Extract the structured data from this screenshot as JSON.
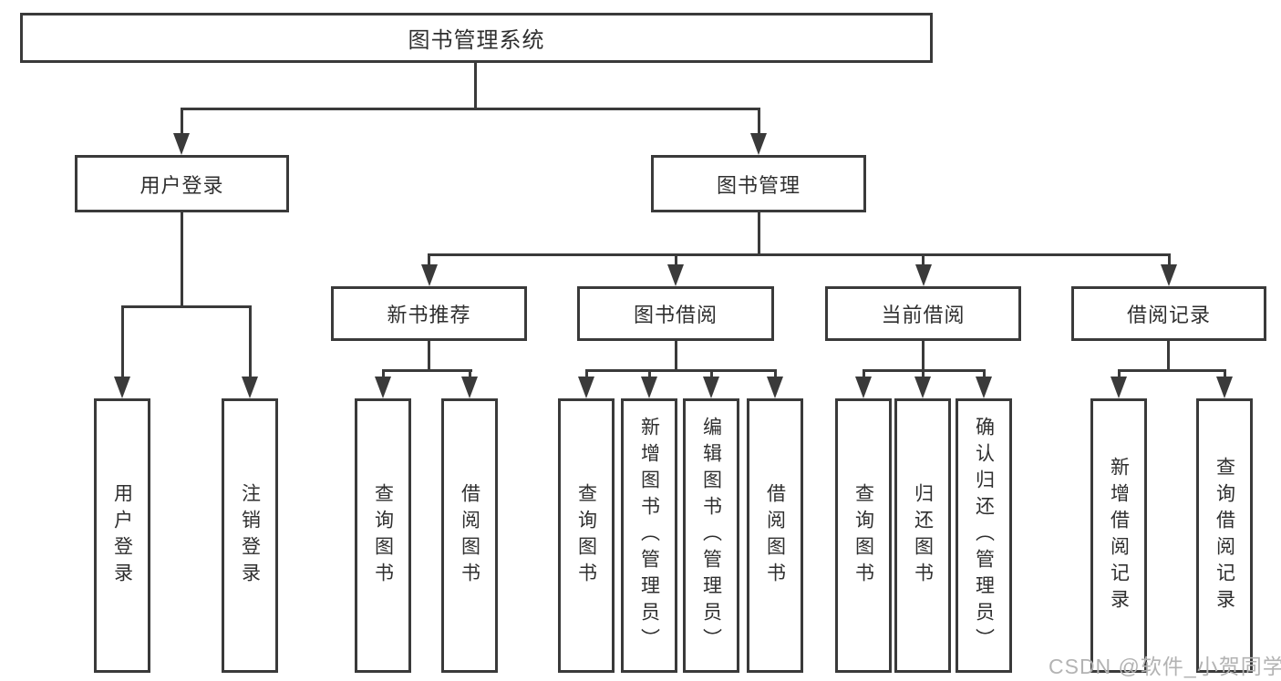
{
  "tree": {
    "root": "图书管理系统",
    "branches": [
      {
        "label": "用户登录",
        "children": [
          "用户登录",
          "注销登录"
        ]
      },
      {
        "label": "图书管理",
        "children": [
          {
            "label": "新书推荐",
            "children": [
              "查询图书",
              "借阅图书"
            ]
          },
          {
            "label": "图书借阅",
            "children": [
              "查询图书",
              "新增图书（管理员）",
              "编辑图书（管理员）",
              "借阅图书"
            ]
          },
          {
            "label": "当前借阅",
            "children": [
              "查询图书",
              "归还图书",
              "确认归还（管理员）"
            ]
          },
          {
            "label": "借阅记录",
            "children": [
              "新增借阅记录",
              "查询借阅记录"
            ]
          }
        ]
      }
    ]
  },
  "watermark": "CSDN @软件_小贺同学",
  "colors": {
    "line": "#3a3a3a",
    "text": "#2f2f2f",
    "watermark": "#b3b3b3",
    "background": "#ffffff"
  }
}
